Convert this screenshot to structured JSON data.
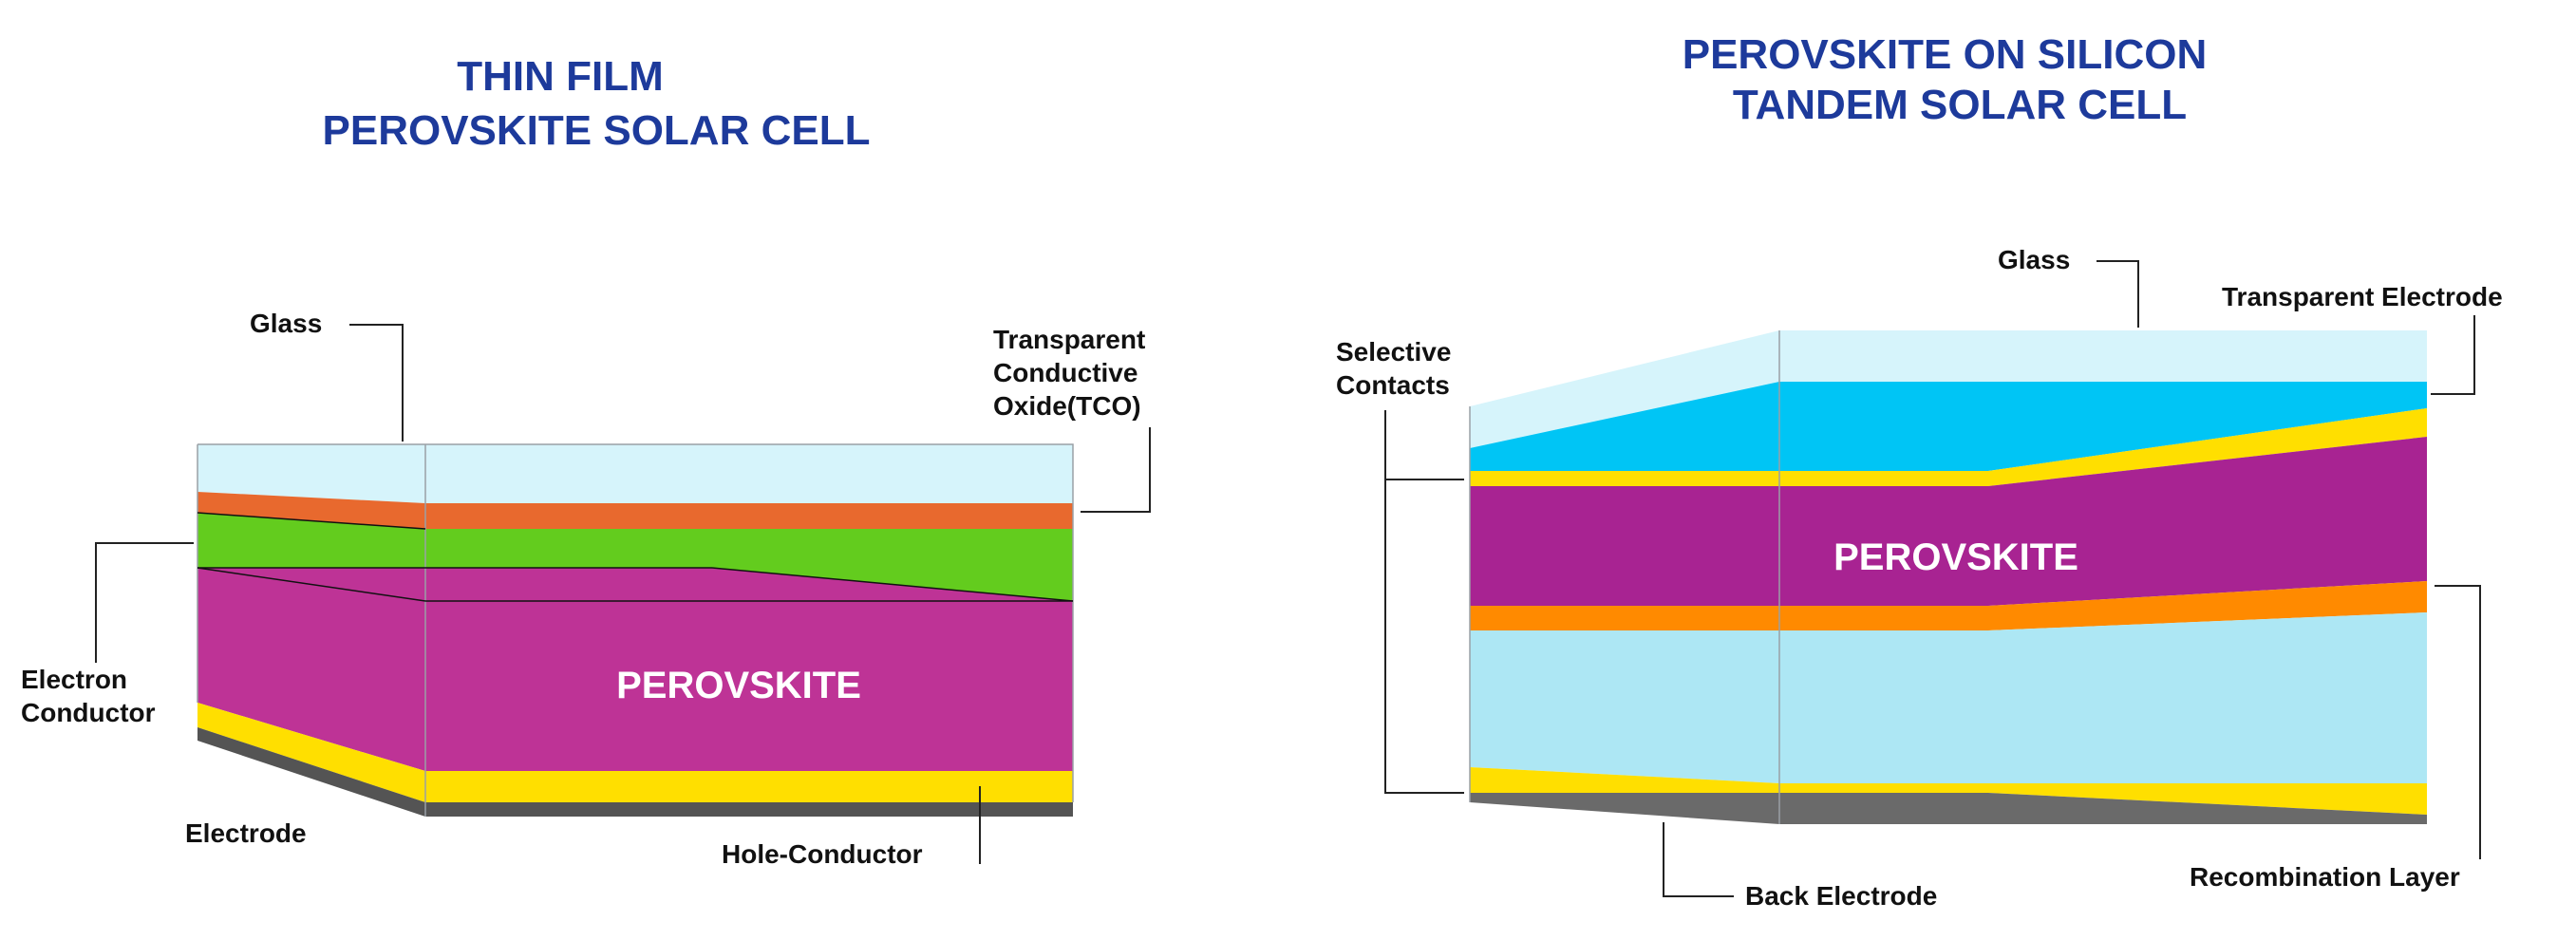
{
  "left_diagram": {
    "title_line1": "THIN FILM",
    "title_line2": "PEROVSKITE SOLAR CELL",
    "center_label": "PEROVSKITE",
    "labels": {
      "glass": "Glass",
      "tco_line1": "Transparent",
      "tco_line2": "Conductive",
      "tco_line3": "Oxide(TCO)",
      "electron_line1": "Electron",
      "electron_line2": "Conductor",
      "electrode": "Electrode",
      "hole_conductor": "Hole-Conductor"
    }
  },
  "right_diagram": {
    "title_line1": "PEROVSKITE ON SILICON",
    "title_line2": "TANDEM SOLAR CELL",
    "center_label": "PEROVSKITE",
    "labels": {
      "glass": "Glass",
      "transparent_electrode": "Transparent Electrode",
      "selective_line1": "Selective",
      "selective_line2": "Contacts",
      "back_electrode": "Back Electrode",
      "recombination_layer": "Recombination Layer"
    }
  },
  "colors": {
    "title": "#1d3a9b",
    "glass": "#d6f4fb",
    "tco": "#e8692e",
    "electron_conductor": "#63cc1e",
    "perovskite": "#be3396",
    "perovskite_tandem": "#a82392",
    "electrode_yellow": "#ffdf00",
    "electrode_gray": "#545454",
    "tandem_blue": "#00c5f5",
    "recombination": "#ff8a00",
    "silicon": "#ade7f4",
    "back_electrode": "#6a6a6a"
  }
}
